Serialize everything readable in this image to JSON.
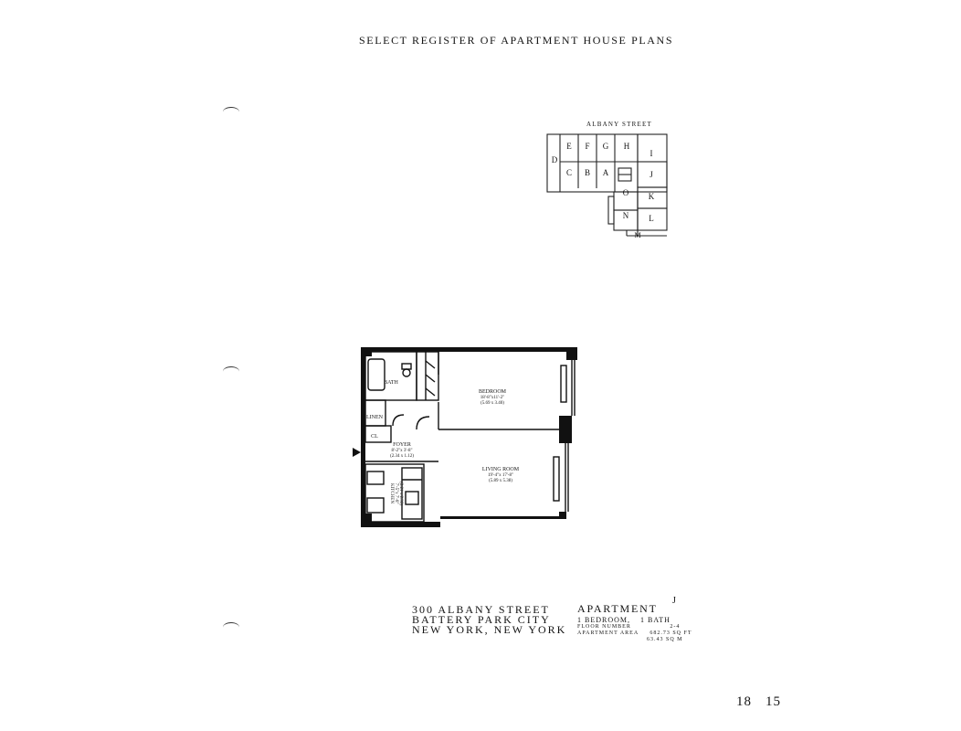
{
  "header": {
    "title": "SELECT REGISTER OF APARTMENT HOUSE PLANS"
  },
  "key_plan": {
    "street": "ALBANY STREET",
    "units": [
      "D",
      "E",
      "F",
      "G",
      "H",
      "I",
      "C",
      "B",
      "A",
      "J",
      "O",
      "K",
      "N",
      "L",
      "M"
    ]
  },
  "floor_plan": {
    "bath": "BATH",
    "linen": "LINEN",
    "cl": "CL",
    "bedroom": {
      "name": "BEDROOM",
      "dims": "18'-8\"x11'-2\"",
      "metric": "(5.69 x 3.40)"
    },
    "foyer": {
      "name": "FOYER",
      "dims": "8'-2\"x 3'-8\"",
      "metric": "(2.34 x 1.12)"
    },
    "living": {
      "name": "LIVING ROOM",
      "dims": "19'-4\"x 17'-8\"",
      "metric": "(5.89 x 5.38)"
    },
    "kitchen": {
      "name": "KITCHEN",
      "dims": "7'-5\"x 7'-8\"",
      "metric": "(2.21 x 2.33)"
    }
  },
  "address": {
    "line1": "300 ALBANY STREET",
    "line2": "BATTERY PARK CITY",
    "line3": "NEW YORK, NEW YORK"
  },
  "apartment": {
    "title": "APARTMENT",
    "letter": "J",
    "rooms": "1 BEDROOM,",
    "bath": "1 BATH",
    "floor_label": "FLOOR NUMBER",
    "floor_value": "2-4",
    "area_label": "APARTMENT AREA",
    "area_sqft": "682.73 SQ FT",
    "area_sqm": "63.43 SQ M"
  },
  "page_numbers": {
    "left": "18",
    "right": "15"
  }
}
